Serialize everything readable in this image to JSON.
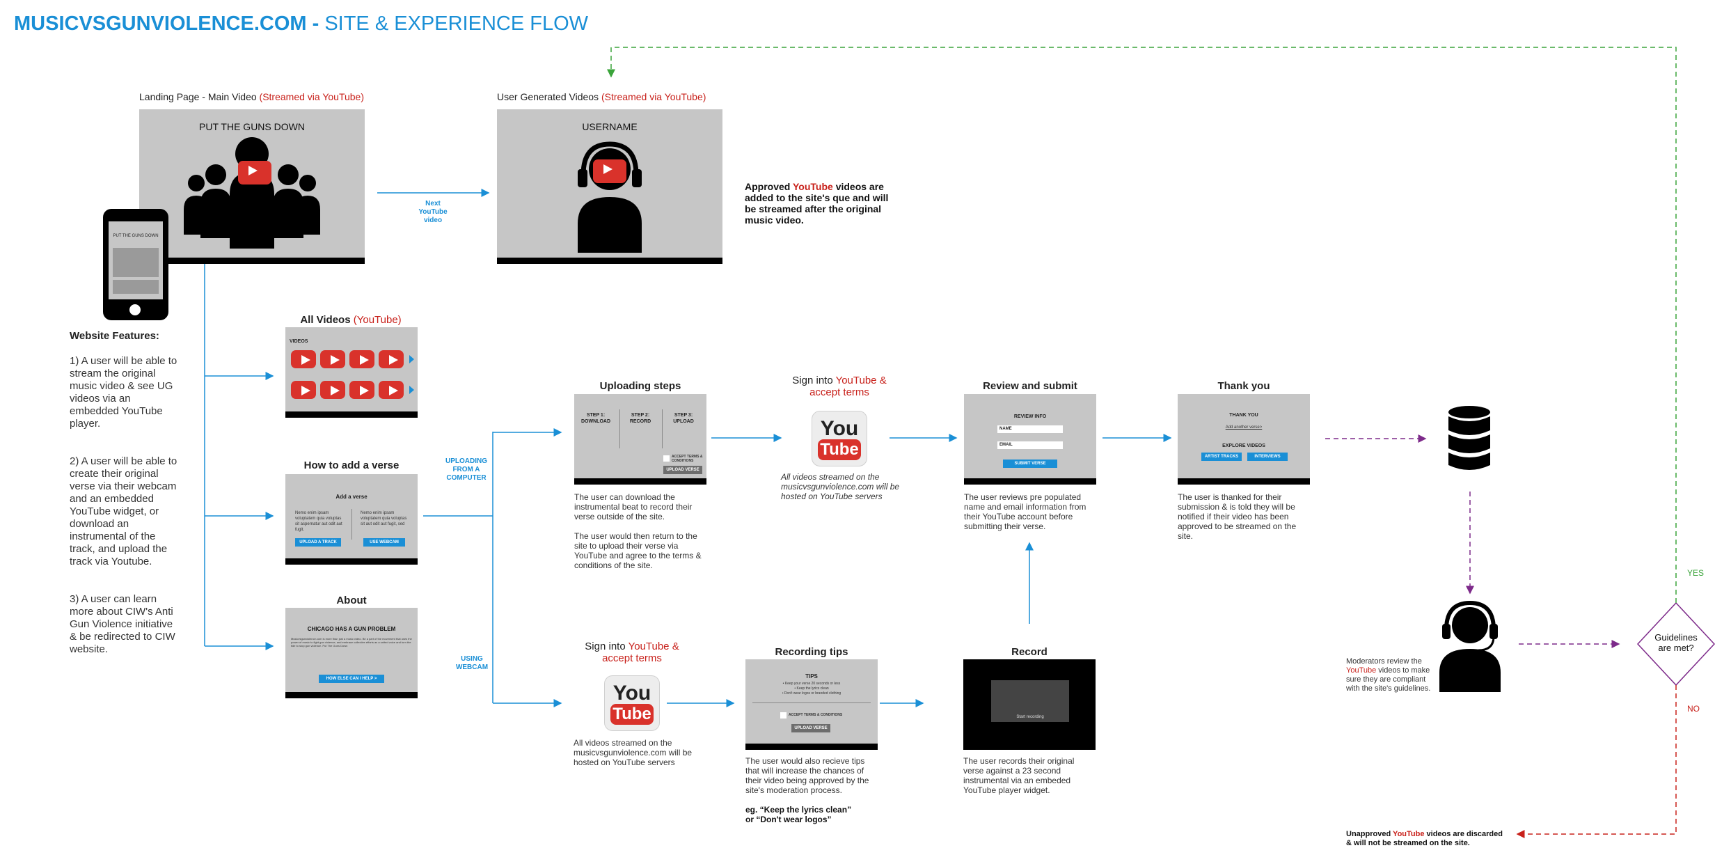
{
  "title": {
    "bold": "MUSICVSGUNVIOLENCE.COM -",
    "rest": "SITE & EXPERIENCE FLOW"
  },
  "landing": {
    "caption": "Landing Page - Main Video",
    "streamed": "(Streamed via YouTube)",
    "screen_title": "PUT THE GUNS DOWN"
  },
  "phone": {
    "text": "PUT THE GUNS DOWN"
  },
  "ugv": {
    "caption": "User Generated Videos",
    "streamed": "(Streamed via YouTube)",
    "screen_title": "USERNAME"
  },
  "next_label": "Next\nYouTube\nvideo",
  "approved": {
    "pre": "Approved",
    "yt": "YouTube",
    "post": "videos are added to the site's que and will be streamed after the original music video."
  },
  "features": {
    "title": "Website Features:",
    "items": [
      "1) A user will be able to stream the original music video & see UG videos via an embedded YouTube player.",
      "2) A user will be able to create their original verse via their webcam and an embedded YouTube widget, or download an instrumental of the track, and upload the track via Youtube.",
      "3) A user can learn more about CIW's Anti Gun Violence initiative & be redirected to CIW website."
    ]
  },
  "all_videos": {
    "heading": "All Videos",
    "yt": "(YouTube)",
    "label": "VIDEOS"
  },
  "add_verse": {
    "heading": "How to add a verse",
    "screen_title": "Add a verse",
    "lorem1": "Nemo enim ipsam voluptatem quia voluptas sit aspernatur aut odit aut fugit.",
    "lorem2": "Nemo enim ipsam voluptatem quia voluptas sit aut odit aut fugit, sed",
    "btn_upload": "UPLOAD A TRACK",
    "btn_webcam": "USE WEBCAM"
  },
  "about": {
    "heading": "About",
    "screen_title": "CHICAGO HAS A GUN PROBLEM",
    "body": "Musicvsgunviolence.com is more than just a music video. Be a part of the movement that uses the power of music to fight gun violence, and embrace collective efforts as a united voice and turn the tide to stop gun violence. Put The Guns Down",
    "btn": "HOW ELSE CAN I HELP >"
  },
  "upload_label": "UPLOADING\nFROM A\nCOMPUTER",
  "webcam_label": "USING\nWEBCAM",
  "upload_steps": {
    "heading": "Uploading steps",
    "step1": "STEP 1:\nDOWNLOAD",
    "step2": "STEP 2:\nRECORD",
    "step3": "STEP 3:\nUPLOAD",
    "accept": "ACCEPT TERMS & CONDITIONS",
    "btn": "UPLOAD VERSE",
    "desc1": "The user can download the instrumental beat to record their verse outside of the site.",
    "desc2": "The user would then return to the site to upload their verse via YouTube and agree to the terms & conditions of the site."
  },
  "signin_top": {
    "pre": "Sign into",
    "red": "YouTube &\naccept terms",
    "note": "All videos streamed on the musicvsgunviolence.com will be hosted on YouTube servers"
  },
  "signin_bottom": {
    "pre": "Sign into",
    "red": "YouTube &\naccept terms",
    "note": "All videos streamed on the musicvsgunviolence.com will be hosted on YouTube servers"
  },
  "youtube_logo": {
    "you": "You",
    "tube": "Tube"
  },
  "review": {
    "heading": "Review and submit",
    "info": "REVIEW INFO",
    "name": "NAME",
    "email": "EMAIL",
    "btn": "SUBMIT VERSE",
    "desc": "The user reviews pre populated name and email information from their YouTube account before submitting their verse."
  },
  "thankyou": {
    "heading": "Thank you",
    "title": "THANK YOU",
    "link": "Add another verse>",
    "explore": "EXPLORE VIDEOS",
    "btn1": "ARTIST TRACKS",
    "btn2": "INTERVIEWS",
    "desc": "The user is thanked for their submission & is told they will be notified if their video has been approved to be streamed on the site."
  },
  "tips": {
    "heading": "Recording tips",
    "title": "TIPS",
    "lines": [
      "• Keep your verse 20 seconds or less",
      "• Keep the lyrics clean",
      "• Don't wear logos or branded clothing"
    ],
    "accept": "ACCEPT TERMS & CONDITIONS",
    "btn": "UPLOAD VERSE",
    "desc": "The user would also recieve tips that will increase the chances of their video being approved by the site's moderation process.",
    "eg1": "eg. “Keep the lyrics clean”",
    "eg2": "or “Don't wear logos”"
  },
  "record": {
    "heading": "Record",
    "start": "Start recording",
    "desc": "The user records their original verse against a 23 second instrumental via an embeded YouTube player widget."
  },
  "moderators": {
    "pre": "Moderators review the",
    "yt": "YouTube",
    "post": "videos to make sure they are compliant with the site's guidelines."
  },
  "decision": {
    "text": "Guidelines\nare met?",
    "yes": "YES",
    "no": "NO"
  },
  "unapproved": {
    "pre": "Unapproved",
    "yt": "YouTube",
    "post": "videos are discarded\n& will not be streamed on the site."
  },
  "colors": {
    "blue": "#1a8fd6",
    "red": "#c8201a",
    "green": "#3aa43a",
    "purple": "#7d2a8a",
    "gray": "#c6c6c6"
  }
}
